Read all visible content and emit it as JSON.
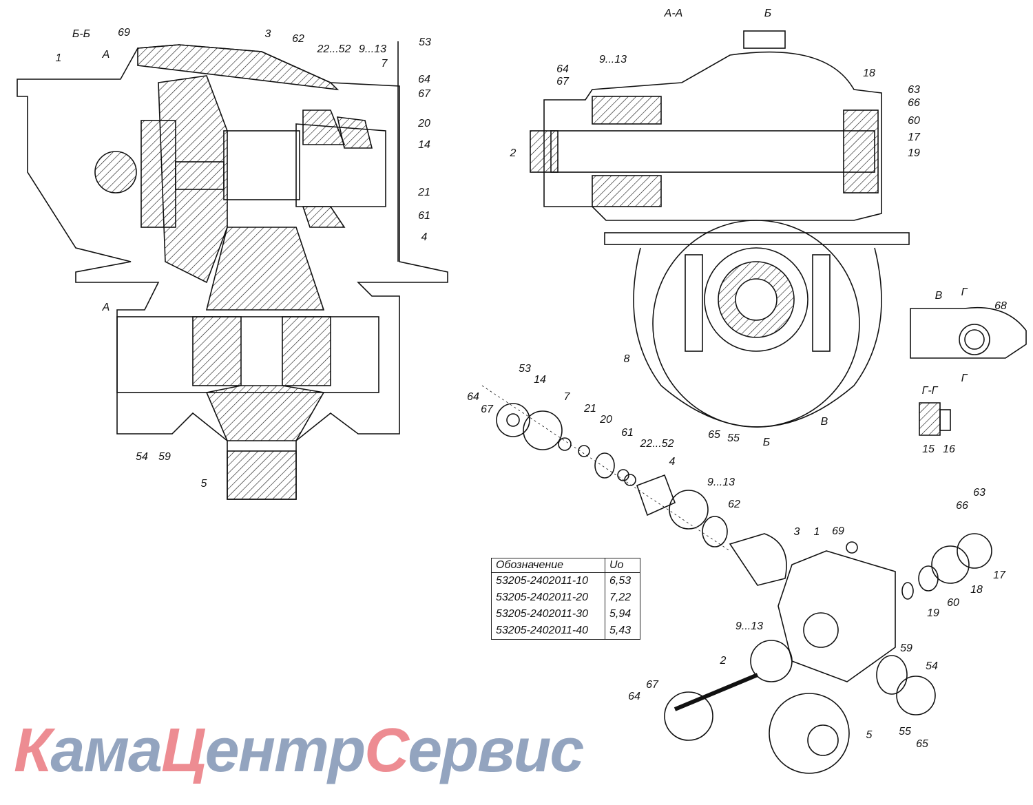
{
  "watermark": {
    "parts": [
      "К",
      "ама",
      "Ц",
      "ентр",
      "С",
      "ервис"
    ],
    "accent": "#e0303a",
    "secondary": "#3c5a8c"
  },
  "section_bb": {
    "title": "Б-Б",
    "cut_a_top": "А",
    "cut_a_bottom": "А",
    "labels": [
      "69",
      "1",
      "3",
      "62",
      "22...52",
      "9...13",
      "7",
      "53",
      "64",
      "67",
      "20",
      "14",
      "21",
      "61",
      "4",
      "54",
      "59",
      "5"
    ]
  },
  "section_aa": {
    "title": "А-А",
    "cut_b_top": "Б",
    "cut_b_bottom": "Б",
    "view_v_arrow": "В",
    "labels": [
      "64",
      "67",
      "9...13",
      "18",
      "63",
      "66",
      "60",
      "17",
      "19",
      "2",
      "8",
      "65",
      "55"
    ]
  },
  "view_v": {
    "title": "В",
    "cut_g_top": "Г",
    "cut_g_bottom": "Г",
    "label_68": "68",
    "section_gg": "Г-Г",
    "labels": [
      "15",
      "16"
    ]
  },
  "exploded": {
    "labels": [
      "53",
      "14",
      "64",
      "67",
      "7",
      "21",
      "20",
      "61",
      "22...52",
      "4",
      "9...13",
      "62",
      "3",
      "1",
      "69",
      "63",
      "66",
      "17",
      "18",
      "60",
      "19",
      "9...13",
      "59",
      "54",
      "2",
      "67",
      "64",
      "5",
      "55",
      "65"
    ]
  },
  "table": {
    "headers": [
      "Обозначение",
      "Uo"
    ],
    "rows": [
      [
        "53205-2402011-10",
        "6,53"
      ],
      [
        "53205-2402011-20",
        "7,22"
      ],
      [
        "53205-2402011-30",
        "5,94"
      ],
      [
        "53205-2402011-40",
        "5,43"
      ]
    ]
  }
}
